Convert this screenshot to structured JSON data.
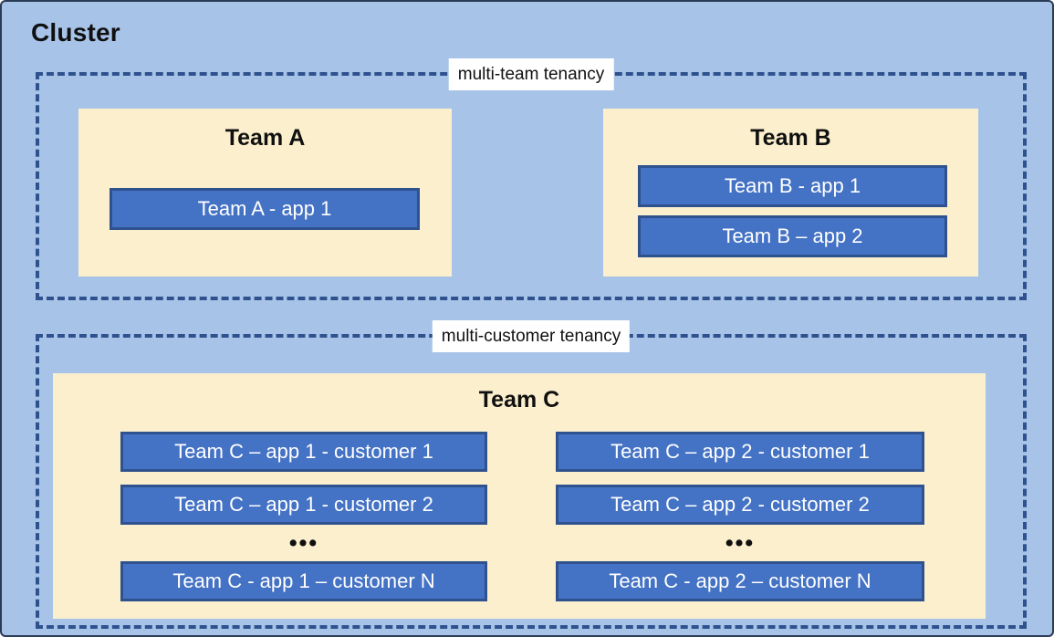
{
  "diagram": {
    "title": "Cluster",
    "background_color": "#A7C4E8",
    "zones": [
      {
        "id": "multi-team",
        "label": "multi-team tenancy",
        "border_color": "#2F528F"
      },
      {
        "id": "multi-customer",
        "label": "multi-customer tenancy",
        "border_color": "#2F528F"
      }
    ],
    "panel_color": "#FCEFCD",
    "app_color": "#4472C4",
    "app_border_color": "#2F528F",
    "app_text_color": "#FFFFFF",
    "teams": [
      {
        "id": "team-a",
        "title": "Team A",
        "zone": "multi-team",
        "apps": [
          {
            "id": "app-a1",
            "label": "Team A - app 1"
          }
        ]
      },
      {
        "id": "team-b",
        "title": "Team B",
        "zone": "multi-team",
        "apps": [
          {
            "id": "app-b1",
            "label": "Team B - app 1"
          },
          {
            "id": "app-b2",
            "label": "Team B – app 2"
          }
        ]
      },
      {
        "id": "team-c",
        "title": "Team C",
        "zone": "multi-customer",
        "columns": [
          {
            "id": "column-app-1",
            "ellipsis": "•••",
            "apps": [
              {
                "id": "app-c1-1",
                "label": "Team C – app 1 - customer 1"
              },
              {
                "id": "app-c1-2",
                "label": "Team C – app 1 - customer 2"
              },
              {
                "id": "app-c1-n",
                "label": "Team C - app 1 – customer N"
              }
            ]
          },
          {
            "id": "column-app-2",
            "ellipsis": "•••",
            "apps": [
              {
                "id": "app-c2-1",
                "label": "Team C – app 2 - customer 1"
              },
              {
                "id": "app-c2-2",
                "label": "Team C – app 2 - customer 2"
              },
              {
                "id": "app-c2-n",
                "label": "Team C - app 2 – customer N"
              }
            ]
          }
        ]
      }
    ]
  }
}
